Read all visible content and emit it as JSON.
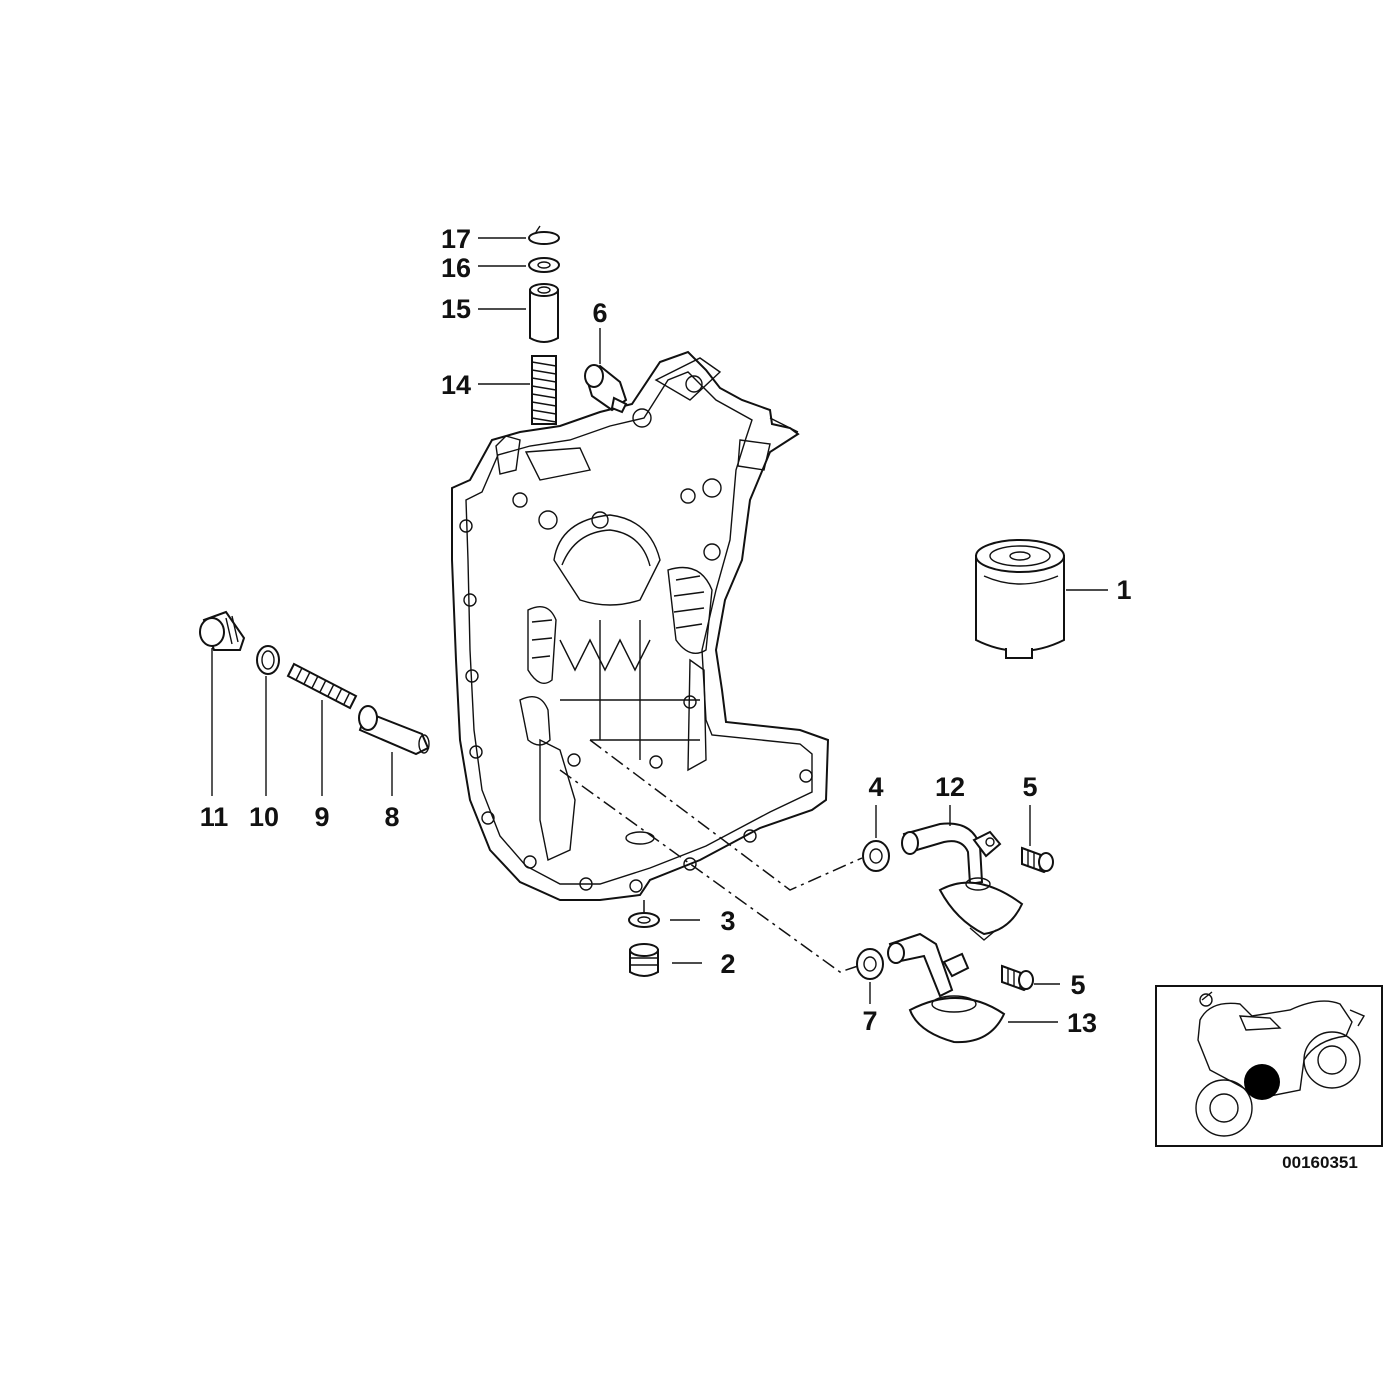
{
  "diagram": {
    "drawing_number": "00160351",
    "callouts": [
      "1",
      "2",
      "3",
      "4",
      "5",
      "5",
      "6",
      "7",
      "8",
      "9",
      "10",
      "11",
      "12",
      "13",
      "14",
      "15",
      "16",
      "17"
    ]
  },
  "colors": {
    "ink": "#111111",
    "background": "#ffffff"
  },
  "locator": {
    "icon": "motorcycle-icon",
    "marker": "location-dot"
  }
}
